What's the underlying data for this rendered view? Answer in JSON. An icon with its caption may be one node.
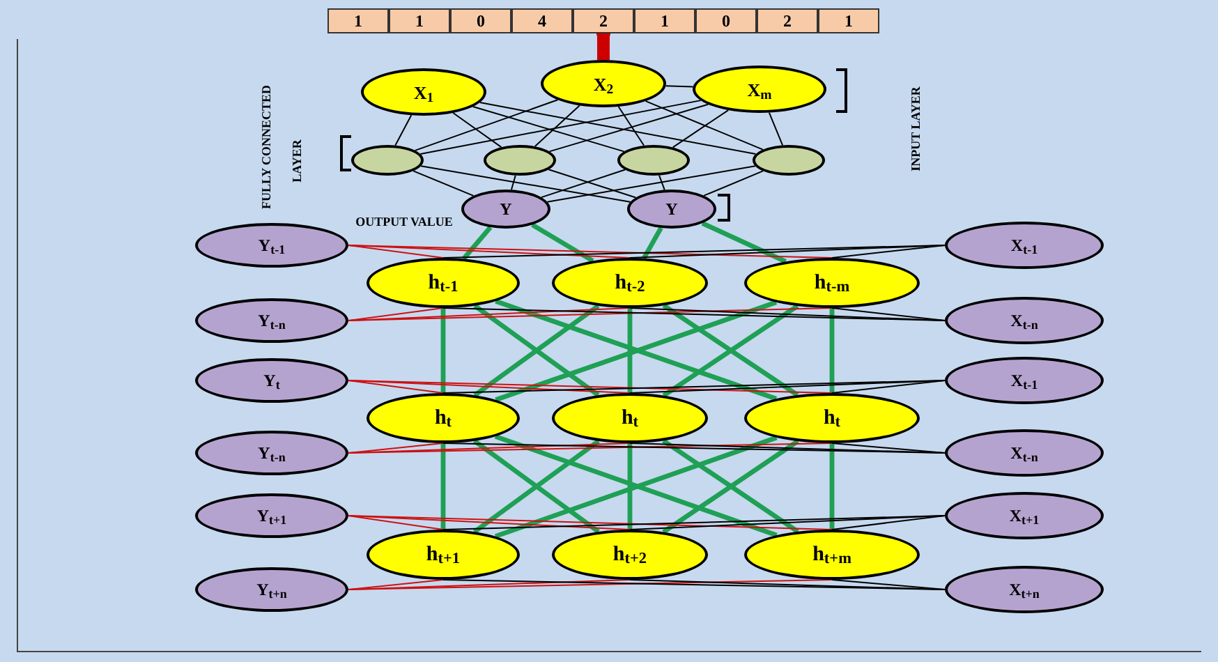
{
  "diagram": {
    "nodes": [
      {
        "text": [
          "1"
        ]
      },
      {
        "text": [
          "1"
        ]
      },
      {
        "text": [
          "0"
        ]
      },
      {
        "text": [
          "4"
        ]
      },
      {
        "text": [
          "2"
        ]
      },
      {
        "text": [
          "1"
        ]
      },
      {
        "text": [
          "0"
        ]
      },
      {
        "text": [
          "2"
        ]
      },
      {
        "text": [
          "1"
        ]
      },
      {
        "text": [
          "X$_{1}$"
        ]
      },
      {
        "text": [
          "X$_{2}$"
        ]
      },
      {
        "text": [
          "X$_{m}$"
        ]
      },
      {
        "text": [],
        "shape": "circle"
      },
      {
        "text": [],
        "shape": "circle"
      },
      {
        "text": [],
        "shape": "circle"
      },
      {
        "text": [],
        "shape": "circle"
      },
      {
        "text": [
          "Y"
        ]
      },
      {
        "text": [
          "Y"
        ]
      },
      {
        "text": [
          "Y$_{t-1}$"
        ]
      },
      {
        "text": [
          "Y$_{t-n}$"
        ]
      },
      {
        "text": [
          "Y$_{t}$"
        ]
      },
      {
        "text": [
          "Y$_{t-n}$"
        ]
      },
      {
        "text": [
          "Y$_{t+1}$"
        ]
      },
      {
        "text": [
          "Y$_{t+n}$"
        ]
      },
      {
        "text": [
          "h$_{t-1}$"
        ]
      },
      {
        "text": [
          "h$_{t-2}$"
        ]
      },
      {
        "text": [
          "h$_{t-m}$"
        ]
      },
      {
        "text": [
          "h$_{t}$"
        ]
      },
      {
        "text": [
          "h$_{t}$"
        ]
      },
      {
        "text": [
          "h$_{t}$"
        ]
      },
      {
        "text": [
          "h$_{t+1}$"
        ]
      },
      {
        "text": [
          "h$_{t+2}$"
        ]
      },
      {
        "text": [
          "h$_{t+m}$"
        ]
      },
      {
        "text": [
          "X$_{t-1}$"
        ]
      },
      {
        "text": [
          "X$_{t-n}$"
        ]
      },
      {
        "text": [
          "X$_{t-1}$"
        ]
      },
      {
        "text": [
          "X$_{t-n}$"
        ]
      },
      {
        "text": [
          "X$_{t+1}$"
        ]
      },
      {
        "text": [
          "X$_{t+n}$"
        ]
      }
    ],
    "edges": [
      {
        "from": 4,
        "to": 10,
        "arrow": "to",
        "style": "thick",
        "color": "#cc0000"
      },
      {
        "from": 10,
        "to": 11,
        "arrow": "none"
      },
      {
        "from": 9,
        "to": 12,
        "arrow": "none"
      },
      {
        "from": 9,
        "to": 13,
        "arrow": "none"
      },
      {
        "from": 9,
        "to": 14,
        "arrow": "none"
      },
      {
        "from": 9,
        "to": 15,
        "arrow": "none"
      },
      {
        "from": 10,
        "to": 12,
        "arrow": "none"
      },
      {
        "from": 10,
        "to": 13,
        "arrow": "none"
      },
      {
        "from": 10,
        "to": 14,
        "arrow": "none"
      },
      {
        "from": 10,
        "to": 15,
        "arrow": "none"
      },
      {
        "from": 11,
        "to": 12,
        "arrow": "none"
      },
      {
        "from": 11,
        "to": 13,
        "arrow": "none"
      },
      {
        "from": 11,
        "to": 14,
        "arrow": "none"
      },
      {
        "from": 11,
        "to": 15,
        "arrow": "none"
      },
      {
        "from": 12,
        "to": 16,
        "arrow": "none"
      },
      {
        "from": 12,
        "to": 17,
        "arrow": "none"
      },
      {
        "from": 13,
        "to": 16,
        "arrow": "none"
      },
      {
        "from": 13,
        "to": 17,
        "arrow": "none"
      },
      {
        "from": 14,
        "to": 16,
        "arrow": "none"
      },
      {
        "from": 14,
        "to": 17,
        "arrow": "none"
      },
      {
        "from": 15,
        "to": 16,
        "arrow": "none"
      },
      {
        "from": 15,
        "to": 17,
        "arrow": "none"
      },
      {
        "from": 16,
        "to": 24,
        "arrow": "none",
        "style": "thick",
        "color": "#1fa055"
      },
      {
        "from": 16,
        "to": 25,
        "arrow": "none",
        "style": "thick",
        "color": "#1fa055"
      },
      {
        "from": 17,
        "to": 25,
        "arrow": "none",
        "style": "thick",
        "color": "#1fa055"
      },
      {
        "from": 17,
        "to": 26,
        "arrow": "none",
        "style": "thick",
        "color": "#1fa055"
      },
      {
        "from": 24,
        "to": 27,
        "arrow": "none",
        "style": "thick",
        "color": "#1fa055"
      },
      {
        "from": 24,
        "to": 28,
        "arrow": "none",
        "style": "thick",
        "color": "#1fa055"
      },
      {
        "from": 24,
        "to": 29,
        "arrow": "none",
        "style": "thick",
        "color": "#1fa055"
      },
      {
        "from": 25,
        "to": 27,
        "arrow": "none",
        "style": "thick",
        "color": "#1fa055"
      },
      {
        "from": 25,
        "to": 28,
        "arrow": "none",
        "style": "thick",
        "color": "#1fa055"
      },
      {
        "from": 25,
        "to": 29,
        "arrow": "none",
        "style": "thick",
        "color": "#1fa055"
      },
      {
        "from": 26,
        "to": 27,
        "arrow": "none",
        "style": "thick",
        "color": "#1fa055"
      },
      {
        "from": 26,
        "to": 28,
        "arrow": "none",
        "style": "thick",
        "color": "#1fa055"
      },
      {
        "from": 26,
        "to": 29,
        "arrow": "none",
        "style": "thick",
        "color": "#1fa055"
      },
      {
        "from": 27,
        "to": 30,
        "arrow": "none",
        "style": "thick",
        "color": "#1fa055"
      },
      {
        "from": 27,
        "to": 31,
        "arrow": "none",
        "style": "thick",
        "color": "#1fa055"
      },
      {
        "from": 27,
        "to": 32,
        "arrow": "none",
        "style": "thick",
        "color": "#1fa055"
      },
      {
        "from": 28,
        "to": 30,
        "arrow": "none",
        "style": "thick",
        "color": "#1fa055"
      },
      {
        "from": 28,
        "to": 31,
        "arrow": "none",
        "style": "thick",
        "color": "#1fa055"
      },
      {
        "from": 28,
        "to": 32,
        "arrow": "none",
        "style": "thick",
        "color": "#1fa055"
      },
      {
        "from": 29,
        "to": 30,
        "arrow": "none",
        "style": "thick",
        "color": "#1fa055"
      },
      {
        "from": 29,
        "to": 31,
        "arrow": "none",
        "style": "thick",
        "color": "#1fa055"
      },
      {
        "from": 29,
        "to": 32,
        "arrow": "none",
        "style": "thick",
        "color": "#1fa055"
      },
      {
        "from": 18,
        "to": 24,
        "arrow": "none",
        "color": "#cc1111"
      },
      {
        "from": 18,
        "to": 25,
        "arrow": "none",
        "color": "#cc1111"
      },
      {
        "from": 18,
        "to": 26,
        "arrow": "none",
        "color": "#cc1111"
      },
      {
        "from": 19,
        "to": 24,
        "arrow": "none",
        "color": "#cc1111"
      },
      {
        "from": 19,
        "to": 25,
        "arrow": "none",
        "color": "#cc1111"
      },
      {
        "from": 19,
        "to": 26,
        "arrow": "none",
        "color": "#cc1111"
      },
      {
        "from": 20,
        "to": 27,
        "arrow": "none",
        "color": "#cc1111"
      },
      {
        "from": 20,
        "to": 28,
        "arrow": "none",
        "color": "#cc1111"
      },
      {
        "from": 20,
        "to": 29,
        "arrow": "none",
        "color": "#cc1111"
      },
      {
        "from": 21,
        "to": 27,
        "arrow": "none",
        "color": "#cc1111"
      },
      {
        "from": 21,
        "to": 28,
        "arrow": "none",
        "color": "#cc1111"
      },
      {
        "from": 21,
        "to": 29,
        "arrow": "none",
        "color": "#cc1111"
      },
      {
        "from": 22,
        "to": 30,
        "arrow": "none",
        "color": "#cc1111"
      },
      {
        "from": 22,
        "to": 31,
        "arrow": "none",
        "color": "#cc1111"
      },
      {
        "from": 22,
        "to": 32,
        "arrow": "none",
        "color": "#cc1111"
      },
      {
        "from": 23,
        "to": 30,
        "arrow": "none",
        "color": "#cc1111"
      },
      {
        "from": 23,
        "to": 31,
        "arrow": "none",
        "color": "#cc1111"
      },
      {
        "from": 23,
        "to": 32,
        "arrow": "none",
        "color": "#cc1111"
      },
      {
        "from": 33,
        "to": 24,
        "arrow": "none"
      },
      {
        "from": 33,
        "to": 25,
        "arrow": "none"
      },
      {
        "from": 33,
        "to": 26,
        "arrow": "none"
      },
      {
        "from": 34,
        "to": 24,
        "arrow": "none"
      },
      {
        "from": 34,
        "to": 25,
        "arrow": "none"
      },
      {
        "from": 34,
        "to": 26,
        "arrow": "none"
      },
      {
        "from": 35,
        "to": 27,
        "arrow": "none"
      },
      {
        "from": 35,
        "to": 28,
        "arrow": "none"
      },
      {
        "from": 35,
        "to": 29,
        "arrow": "none"
      },
      {
        "from": 36,
        "to": 27,
        "arrow": "none"
      },
      {
        "from": 36,
        "to": 28,
        "arrow": "none"
      },
      {
        "from": 36,
        "to": 29,
        "arrow": "none"
      },
      {
        "from": 37,
        "to": 30,
        "arrow": "none"
      },
      {
        "from": 37,
        "to": 31,
        "arrow": "none"
      },
      {
        "from": 37,
        "to": 32,
        "arrow": "none"
      },
      {
        "from": 38,
        "to": 30,
        "arrow": "none"
      },
      {
        "from": 38,
        "to": 31,
        "arrow": "none"
      },
      {
        "from": 38,
        "to": 32,
        "arrow": "none"
      }
    ],
    "labels": [
      "INPUT LAYER",
      "FULLY CONNECTED",
      "LAYER",
      "OUTPUT VALUE"
    ]
  }
}
